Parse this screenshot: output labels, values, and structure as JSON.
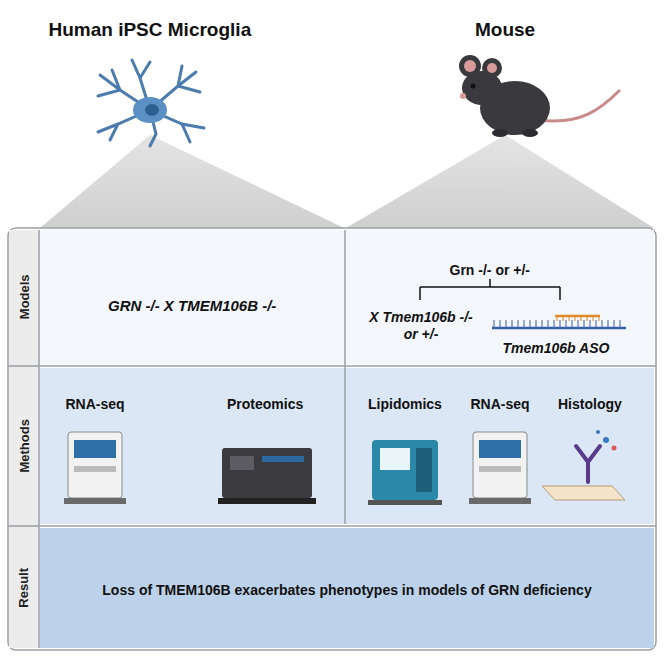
{
  "diagram": {
    "nodes": [
      {
        "text": [
          "Models"
        ]
      },
      {
        "text": [
          "GRN -/- X TMEM106B -/-"
        ]
      },
      {
        "text": [
          "Grn -/- or +/-",
          "X Tmem106b -/- or +/-",
          "Tmem106b ASO"
        ]
      },
      {
        "text": [
          "Methods"
        ]
      },
      {
        "text": [
          "RNA-seq",
          "Proteomics"
        ]
      },
      {
        "text": [
          "Lipidomics",
          "RNA-seq",
          "Histology"
        ]
      },
      {
        "text": [
          "Result"
        ]
      },
      {
        "text": [
          "Loss of TMEM106B exacerbates phenotypes in models of GRN deficiency"
        ]
      }
    ],
    "labels": [
      "Human iPSC Microglia",
      "Mouse"
    ]
  }
}
